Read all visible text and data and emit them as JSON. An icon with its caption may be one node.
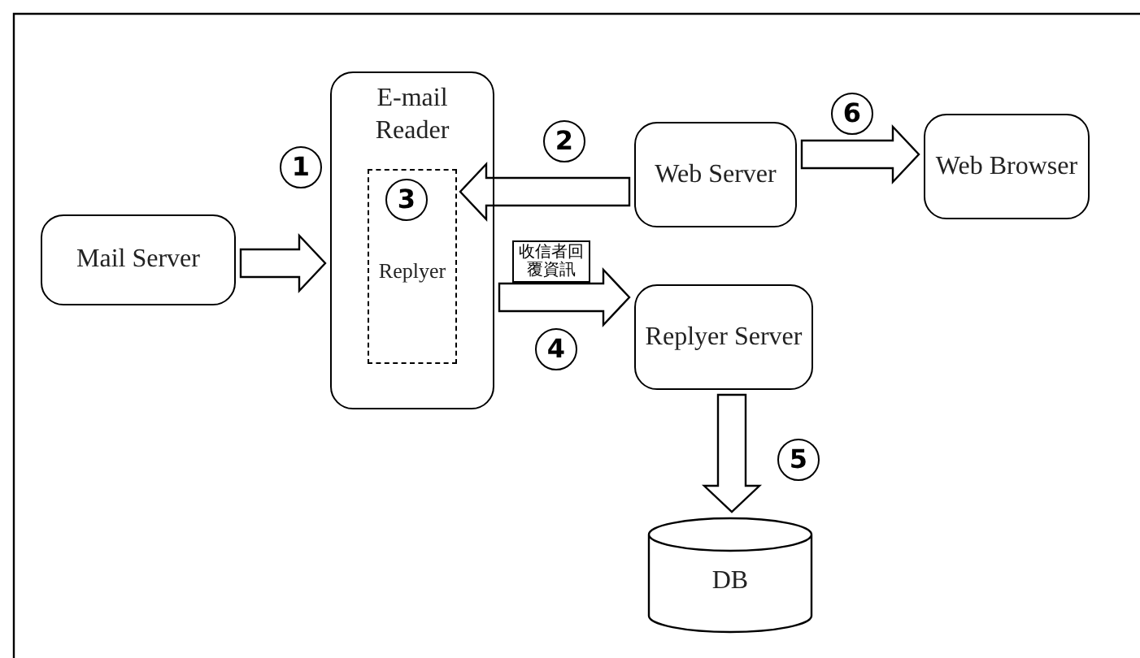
{
  "diagram": {
    "nodes": [
      {
        "text": [
          "Mail Server"
        ]
      },
      {
        "text": [
          "E-mail Reader"
        ]
      },
      {
        "text": [
          "Replyer"
        ],
        "in": 1
      },
      {
        "text": [
          "Web Server"
        ]
      },
      {
        "text": [
          "Web Browser"
        ]
      },
      {
        "text": [
          "Replyer Server"
        ]
      },
      {
        "text": [
          "DB"
        ]
      }
    ],
    "edges": [
      {
        "from": 0,
        "to": 1,
        "arrow": "to"
      },
      {
        "from": 3,
        "to": 2,
        "arrow": "to"
      },
      {
        "from": 1,
        "to": 5,
        "arrow": "to",
        "label": "收信者回覆資訊"
      },
      {
        "from": 5,
        "to": 6,
        "arrow": "to"
      },
      {
        "from": 3,
        "to": 4,
        "arrow": "to"
      }
    ],
    "labels": [
      "1",
      "2",
      "3",
      "4",
      "5",
      "6"
    ]
  }
}
